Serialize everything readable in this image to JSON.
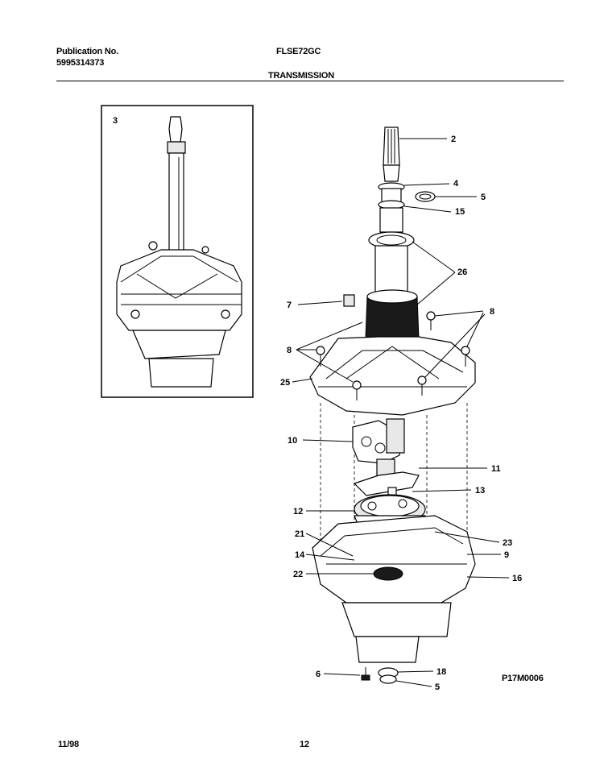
{
  "header": {
    "publication_label": "Publication No.",
    "publication_number": "5995314373",
    "model": "FLSE72GC",
    "section_title": "TRANSMISSION"
  },
  "footer": {
    "date": "11/98",
    "page": "12"
  },
  "diagram": {
    "drawing_code": "P17M0006",
    "inset_label": "3",
    "callouts": [
      "2",
      "4",
      "5",
      "15",
      "26",
      "7",
      "8",
      "8",
      "25",
      "10",
      "11",
      "13",
      "12",
      "21",
      "14",
      "22",
      "23",
      "9",
      "16",
      "6",
      "18",
      "5"
    ]
  }
}
